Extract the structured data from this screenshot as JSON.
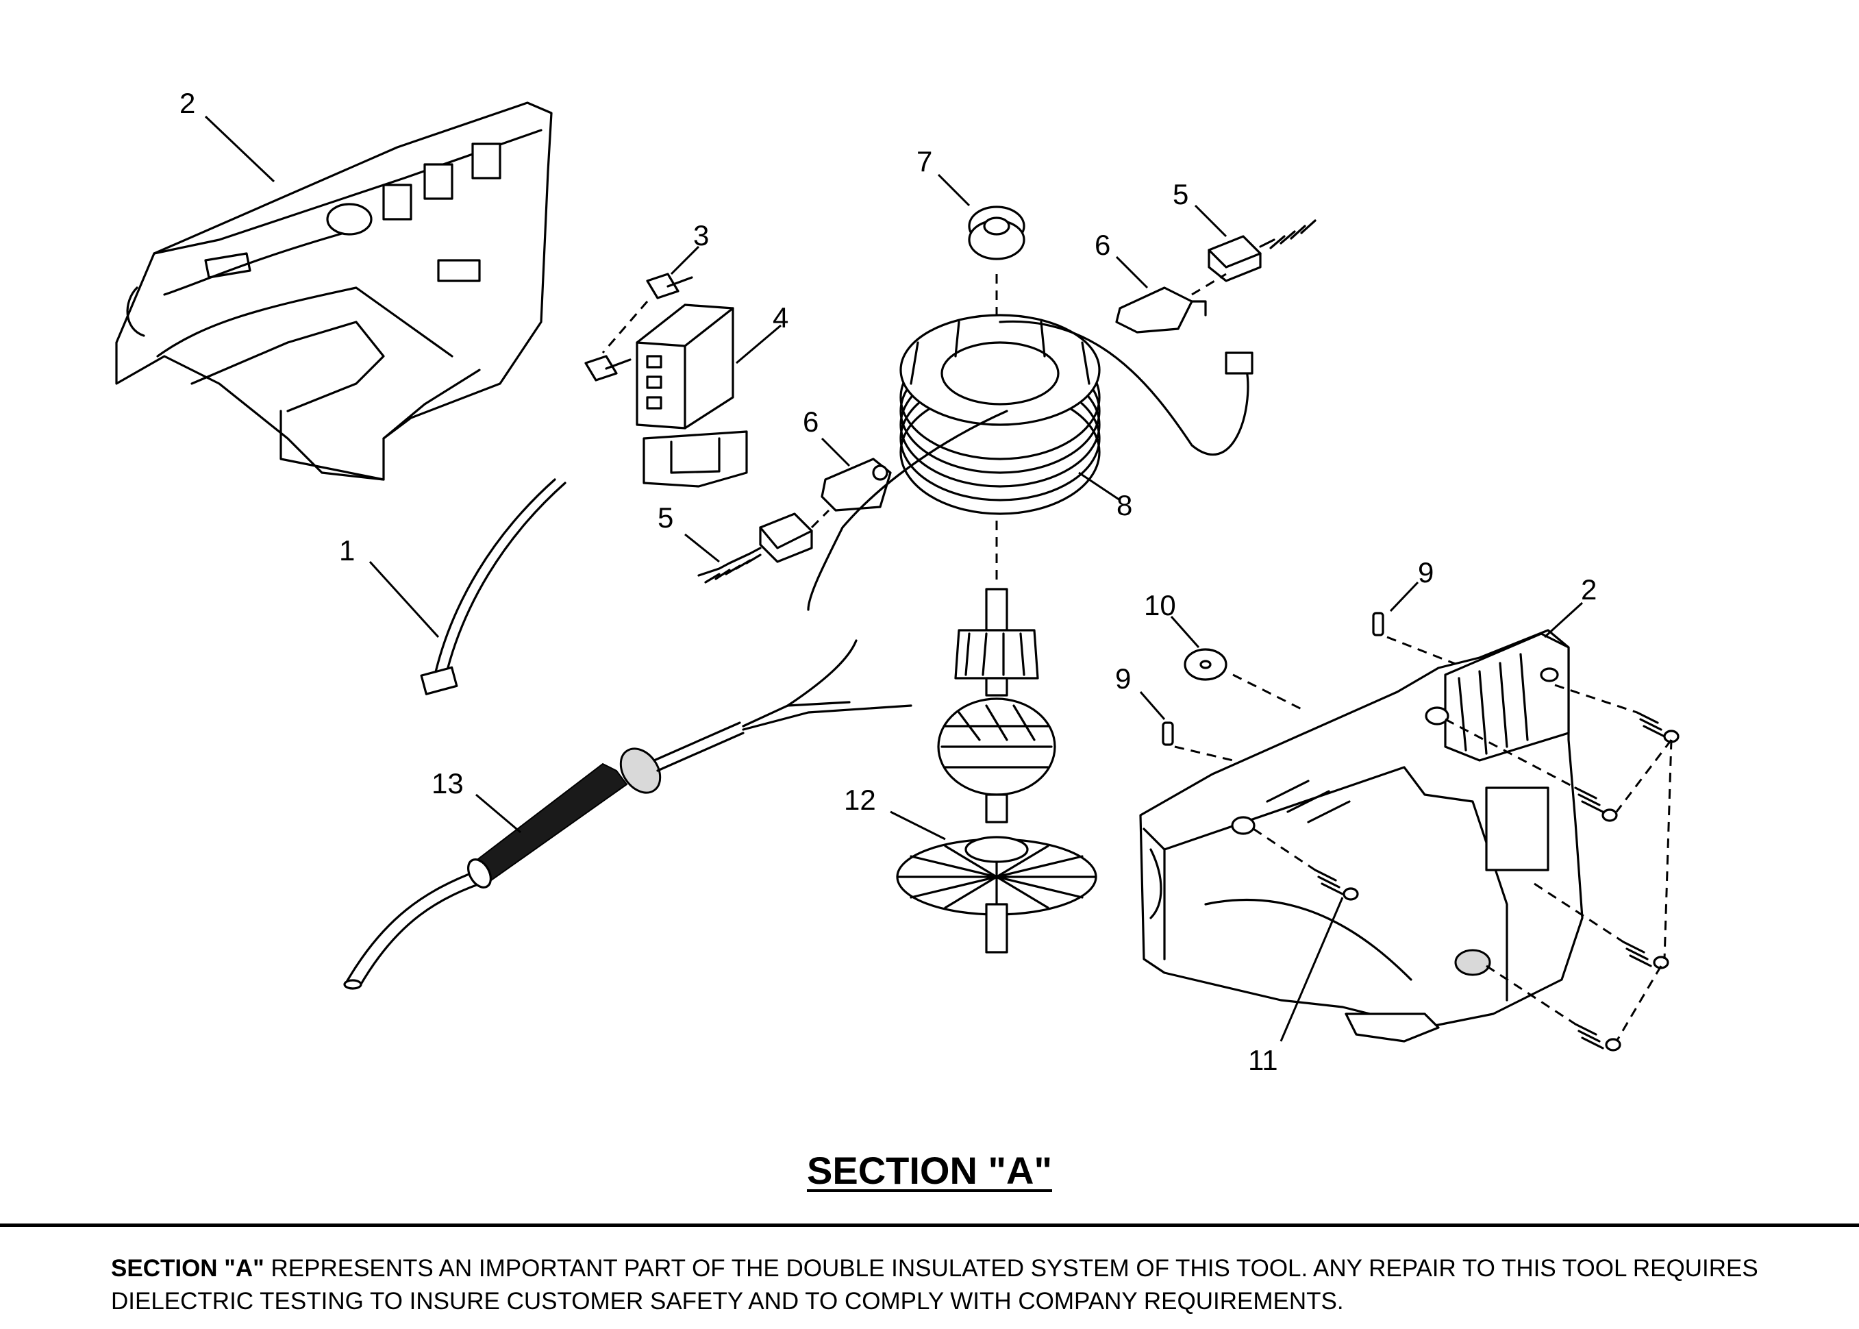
{
  "diagram": {
    "callouts": {
      "c1": "1",
      "c2a": "2",
      "c2b": "2",
      "c3": "3",
      "c4": "4",
      "c5a": "5",
      "c5b": "5",
      "c6a": "6",
      "c6b": "6",
      "c7": "7",
      "c8": "8",
      "c9a": "9",
      "c9b": "9",
      "c10": "10",
      "c11": "11",
      "c12": "12",
      "c13": "13"
    }
  },
  "section": {
    "title": "SECTION \"A\""
  },
  "notice": {
    "lead": "SECTION \"A\"",
    "text": " REPRESENTS AN IMPORTANT PART OF THE DOUBLE INSULATED SYSTEM OF THIS TOOL. ANY REPAIR TO THIS TOOL REQUIRES DIELECTRIC TESTING TO INSURE CUSTOMER SAFETY AND TO COMPLY WITH COMPANY REQUIREMENTS."
  }
}
